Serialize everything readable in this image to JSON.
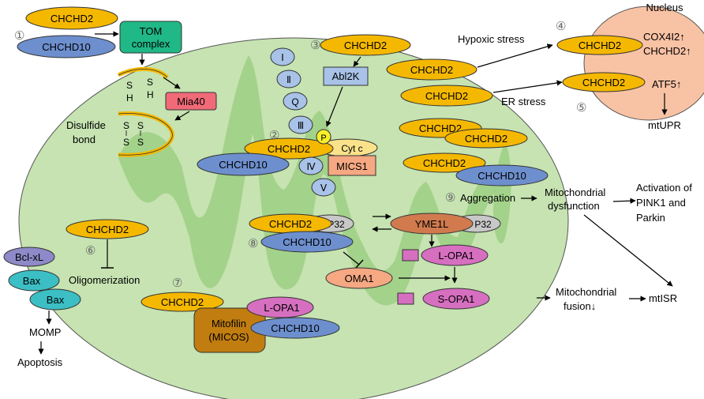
{
  "labels": {
    "chchd2": "CHCHD2",
    "chchd10": "CHCHD10",
    "tom_line1": "TOM",
    "tom_line2": "complex",
    "mia40": "Mia40",
    "s": "S",
    "h": "H",
    "disulfide_line1": "Disulfide",
    "disulfide_line2": "bond",
    "roman1": "Ⅰ",
    "roman2": "Ⅱ",
    "roman_q": "Q",
    "roman3": "Ⅲ",
    "roman4": "Ⅳ",
    "roman5": "Ⅴ",
    "abl2k": "Abl2K",
    "p": "P",
    "cytc": "Cyt c",
    "mics1": "MICS1",
    "hypoxic": "Hypoxic stress",
    "er_stress": "ER stress",
    "nucleus": "Nucleus",
    "cox4i2": "COX4I2↑",
    "chchd2_up": "CHCHD2↑",
    "atf5": "ATF5↑",
    "mtupr": "mtUPR",
    "aggregation": "Aggregation",
    "mito_dys_1": "Mitochondrial",
    "mito_dys_2": "dysfunction",
    "act_1": "Activation of",
    "act_2": "PINK1 and",
    "act_3": "Parkin",
    "p32": "P32",
    "yme1l": "YME1L",
    "l_opa1": "L-OPA1",
    "s_opa1": "S-OPA1",
    "oma1": "OMA1",
    "oligomerization": "Oligomerization",
    "bclxl": "Bcl-xL",
    "bax": "Bax",
    "momp": "MOMP",
    "apoptosis": "Apoptosis",
    "mitofilin_1": "Mitofilin",
    "mitofilin_2": "(MICOS)",
    "fusion_1": "Mitochondrial",
    "fusion_2": "fusion↓",
    "mtisr": "mtISR",
    "n1": "①",
    "n2": "②",
    "n3": "③",
    "n4": "④",
    "n5": "⑤",
    "n6": "⑥",
    "n7": "⑦",
    "n8": "⑧",
    "n9": "⑨"
  },
  "colors": {
    "mito_outer": "#c6e3b1",
    "mito_inner": "#9fcf86",
    "chchd2": "#f5b800",
    "chchd10": "#6d8fce",
    "complex": "#a8c2e8",
    "tom": "#1fb886",
    "mia40": "#f06a78",
    "pink": "#d66fc0",
    "yme1l": "#d07a4e",
    "oma1": "#f5a882",
    "nucleus": "#f8c2a4",
    "mitofilin": "#c17d10",
    "bax": "#3bbfc4",
    "bclxl": "#8e89c8",
    "grey": "#c8c8c8"
  }
}
